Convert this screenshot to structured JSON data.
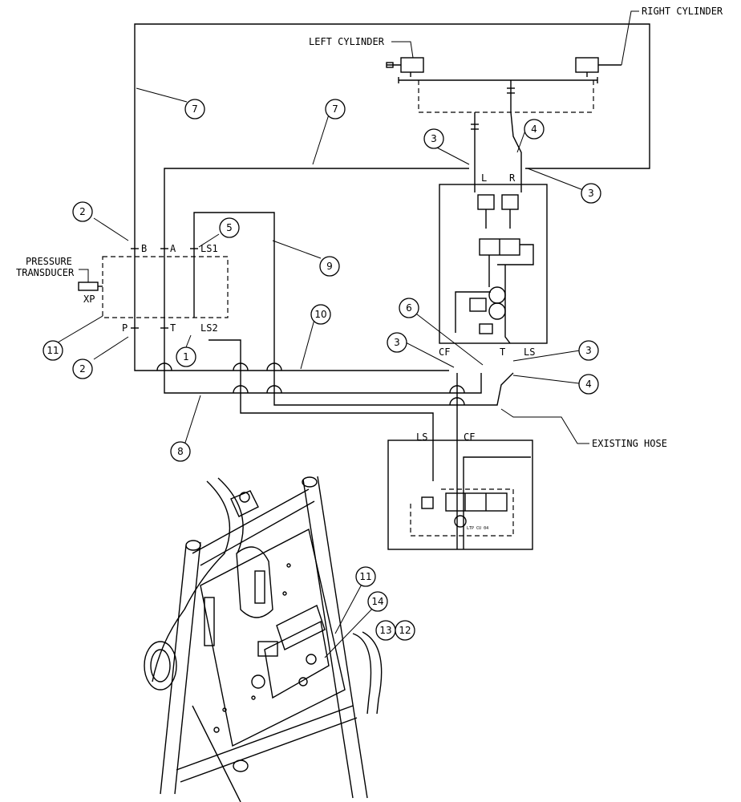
{
  "labels": {
    "right_cylinder": "RIGHT CYLINDER",
    "left_cylinder": "LEFT CYLINDER",
    "pressure_transducer_1": "PRESSURE",
    "pressure_transducer_2": "TRANSDUCER",
    "existing_hose": "EXISTING HOSE",
    "xp": "XP"
  },
  "ports": {
    "b": "B",
    "a": "A",
    "ls1": "LS1",
    "p": "P",
    "t": "T",
    "ls2": "LS2",
    "l": "L",
    "r": "R",
    "cf_top": "CF",
    "t_ls": "T",
    "ls_top": "LS",
    "ls_bottom": "LS",
    "cf_bottom": "CF"
  },
  "valve_tag": "LTP CU 04",
  "callouts": {
    "c1": "1",
    "c2a": "2",
    "c2b": "2",
    "c3a": "3",
    "c3b": "3",
    "c3c": "3",
    "c3d": "3",
    "c4a": "4",
    "c4b": "4",
    "c5": "5",
    "c6": "6",
    "c7a": "7",
    "c7b": "7",
    "c8": "8",
    "c9": "9",
    "c10": "10",
    "c11a": "11",
    "c11b": "11",
    "c12": "12",
    "c13": "13",
    "c14": "14"
  }
}
